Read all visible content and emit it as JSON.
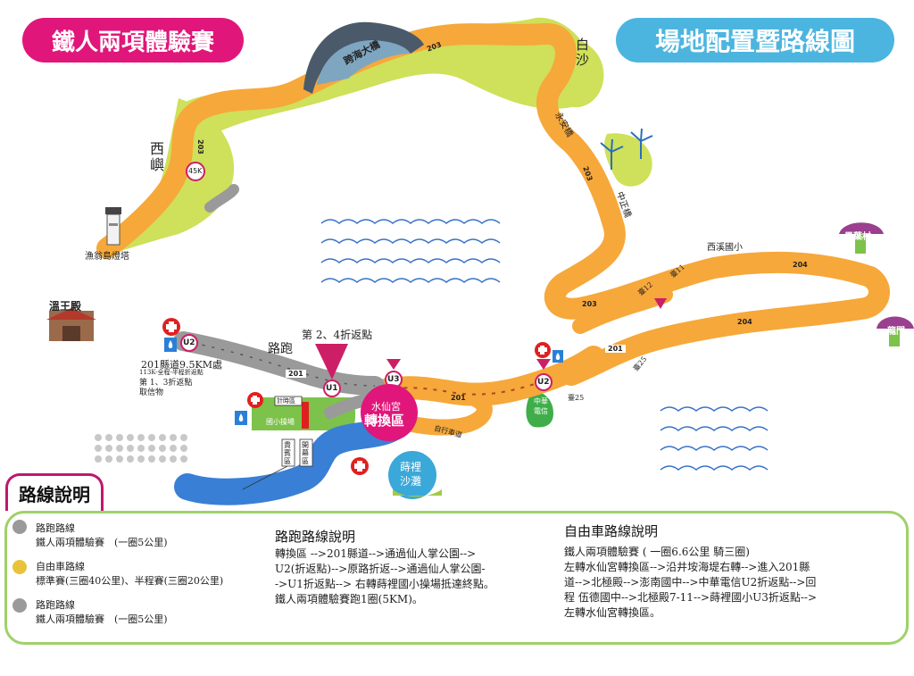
{
  "title_left": "鐵人兩項體驗賽",
  "title_right": "場地配置暨路線圖",
  "places": {
    "xiyu": "西嶼",
    "lighthouse": "漁翁島燈塔",
    "wenwang": "溫王殿",
    "bridge": "跨海大橋",
    "baisha": "白沙",
    "yongan": "永安橋",
    "zhongzheng": "中正橋",
    "xixi": "西溪國小",
    "guoye": "果葉村",
    "longmen": "龍門",
    "run_label": "路跑",
    "turn_24": "第 2、4折返點",
    "turn_13_a": "201縣道9.5KM處",
    "turn_13_b": "113K-全程-半程折返點",
    "turn_13_c": "第 1、3折返點",
    "turn_13_d": "取信物",
    "clock": "計時區",
    "school": "國小操場",
    "transition_a": "水仙宮",
    "transition_b": "轉換區",
    "reception": "貴賓區",
    "ceremony": "開幕區",
    "beach_a": "蒔裡",
    "beach_b": "沙灘",
    "cht_a": "中華",
    "cht_b": "電信",
    "bike_lane": "自行車道",
    "km45": "45K"
  },
  "markers": {
    "u1": "U1",
    "u2": "U2",
    "u3": "U3"
  },
  "roads": {
    "r203": "203",
    "r201": "201",
    "r204": "204",
    "r11": "臺11",
    "r12": "臺12",
    "r25": "臺25"
  },
  "legend": {
    "tab": "路線說明",
    "item1_a": "路跑路線",
    "item1_b": "鐵人兩項體驗賽　(一圈5公里)",
    "item2_a": "自由車路線",
    "item2_b": "標準賽(三圈40公里)、半程賽(三圈20公里)",
    "item3_a": "路跑路線",
    "item3_b": "鐵人兩項體驗賽　(一圈5公里)",
    "run_title": "路跑路線說明",
    "run_1": "轉換區 -->201縣道-->通過仙人掌公園-->",
    "run_2": "U2(折返點)-->原路折返-->通過仙人掌公園-",
    "run_3": "->U1折返點--> 右轉蒔裡國小操場抵達終點。",
    "run_4": "鐵人兩項體驗賽跑1圈(5KM)。",
    "bike_title": "自由車路線說明",
    "bike_1": "鐵人兩項體驗賽 ( 一圈6.6公里 騎三圈)",
    "bike_2": "左轉水仙宮轉換區-->沿井垵海堤右轉-->進入201縣",
    "bike_3": "道-->北極殿-->澎南國中-->中華電信U2折返點-->回",
    "bike_4": "程 伍德國中-->北極殿7-11-->蒔裡國小U3折返點-->",
    "bike_5": "左轉水仙宮轉換區。"
  },
  "colors": {
    "bike_route": "#f6a83a",
    "run_route": "#9a9a9a",
    "land": "#cfe05a",
    "title_left_bg": "#e0167a",
    "title_right_bg": "#4bb5e0",
    "marker": "#cc1f66",
    "water": "#3a7fd6"
  }
}
